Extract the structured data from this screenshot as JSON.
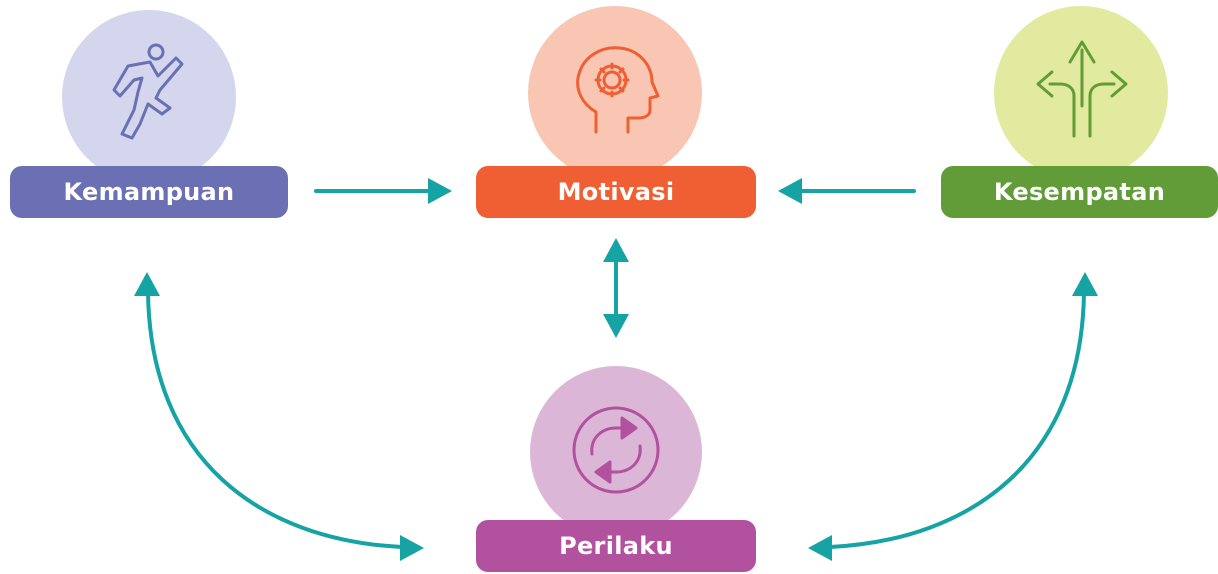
{
  "nodes": {
    "kemampuan": {
      "label": "Kemampuan",
      "icon": "running-person-icon",
      "box_color": "#6b6fb3",
      "circle_color": "#d4d6ee",
      "icon_color": "#6b6fb3"
    },
    "motivasi": {
      "label": "Motivasi",
      "icon": "head-gear-icon",
      "box_color": "#f05f33",
      "circle_color": "#f8c6b2",
      "icon_color": "#f05f33"
    },
    "kesempatan": {
      "label": "Kesempatan",
      "icon": "split-arrows-icon",
      "box_color": "#629c38",
      "circle_color": "#e1ea9e",
      "icon_color": "#629c38"
    },
    "perilaku": {
      "label": "Perilaku",
      "icon": "refresh-cycle-icon",
      "box_color": "#b2519d",
      "circle_color": "#dcb6d7",
      "icon_color": "#b2519d"
    }
  },
  "connections": [
    {
      "from": "Kemampuan",
      "to": "Motivasi",
      "direction": "one-way"
    },
    {
      "from": "Kesempatan",
      "to": "Motivasi",
      "direction": "one-way"
    },
    {
      "from": "Motivasi",
      "to": "Perilaku",
      "direction": "two-way"
    },
    {
      "from": "Kemampuan",
      "to": "Perilaku",
      "direction": "two-way"
    },
    {
      "from": "Kesempatan",
      "to": "Perilaku",
      "direction": "two-way"
    }
  ],
  "arrow_color": "#15a3a3"
}
